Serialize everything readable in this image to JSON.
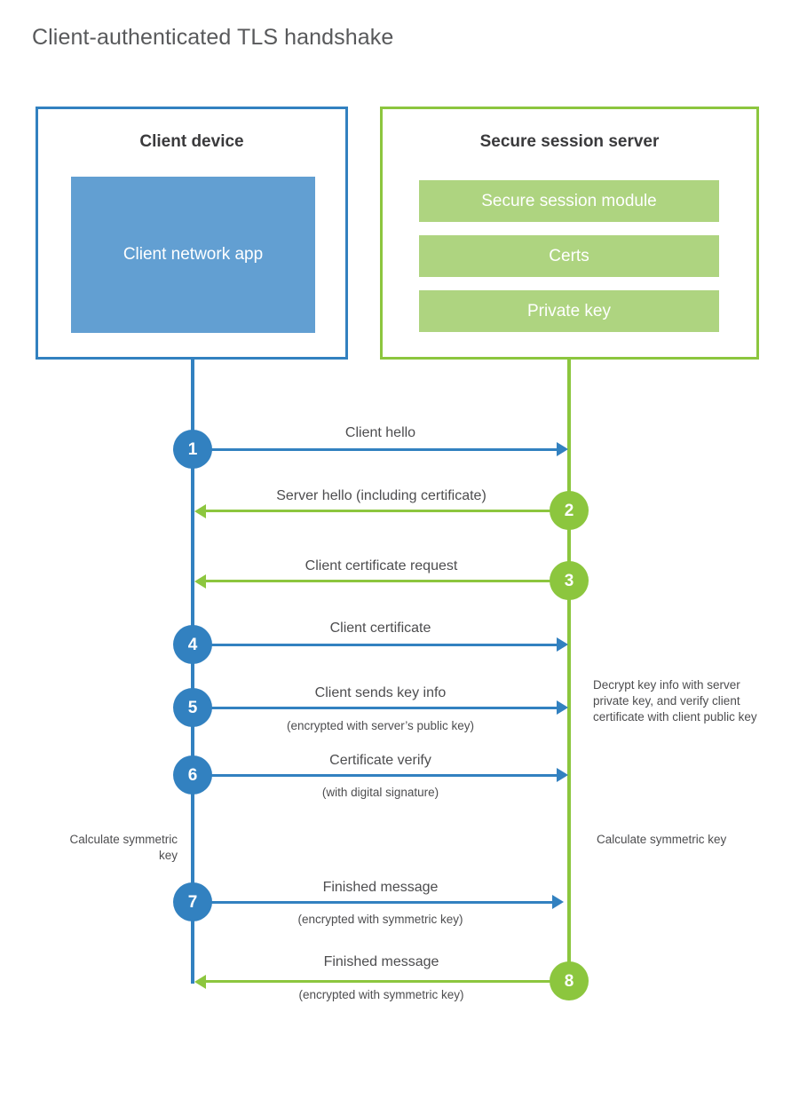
{
  "title": "Client-authenticated TLS handshake",
  "colors": {
    "client_accent": "#3281c0",
    "server_accent": "#8cc63e",
    "client_app_fill": "#629fd2",
    "server_module_fill": "#aed480",
    "title_text": "#58595b",
    "body_text": "#4d4d4f"
  },
  "client": {
    "title": "Client device",
    "app_label": "Client network app"
  },
  "server": {
    "title": "Secure session server",
    "modules": [
      {
        "label": "Secure session module"
      },
      {
        "label": "Certs"
      },
      {
        "label": "Private key"
      }
    ]
  },
  "steps": [
    {
      "number": "1",
      "label": "Client hello",
      "sublabel": "",
      "direction": "client-to-server",
      "color": "#3281c0"
    },
    {
      "number": "2",
      "label": "Server hello (including certificate)",
      "sublabel": "",
      "direction": "server-to-client",
      "color": "#8cc63e"
    },
    {
      "number": "3",
      "label": "Client certificate request",
      "sublabel": "",
      "direction": "server-to-client",
      "color": "#8cc63e"
    },
    {
      "number": "4",
      "label": "Client certificate",
      "sublabel": "",
      "direction": "client-to-server",
      "color": "#3281c0"
    },
    {
      "number": "5",
      "label": "Client sends key info",
      "sublabel": "(encrypted with server’s public key)",
      "direction": "client-to-server",
      "color": "#3281c0"
    },
    {
      "number": "6",
      "label": "Certificate verify",
      "sublabel": "(with digital signature)",
      "direction": "client-to-server",
      "color": "#3281c0"
    },
    {
      "number": "7",
      "label": "Finished message",
      "sublabel": "(encrypted with symmetric key)",
      "direction": "client-to-server",
      "color": "#3281c0"
    },
    {
      "number": "8",
      "label": "Finished message",
      "sublabel": "(encrypted with symmetric key)",
      "direction": "server-to-client",
      "color": "#8cc63e"
    }
  ],
  "notes": {
    "server_decrypt": "Decrypt key info with server private key, and verify client certificate with client public key",
    "client_calculate": "Calculate symmetric key",
    "server_calculate": "Calculate symmetric key"
  }
}
